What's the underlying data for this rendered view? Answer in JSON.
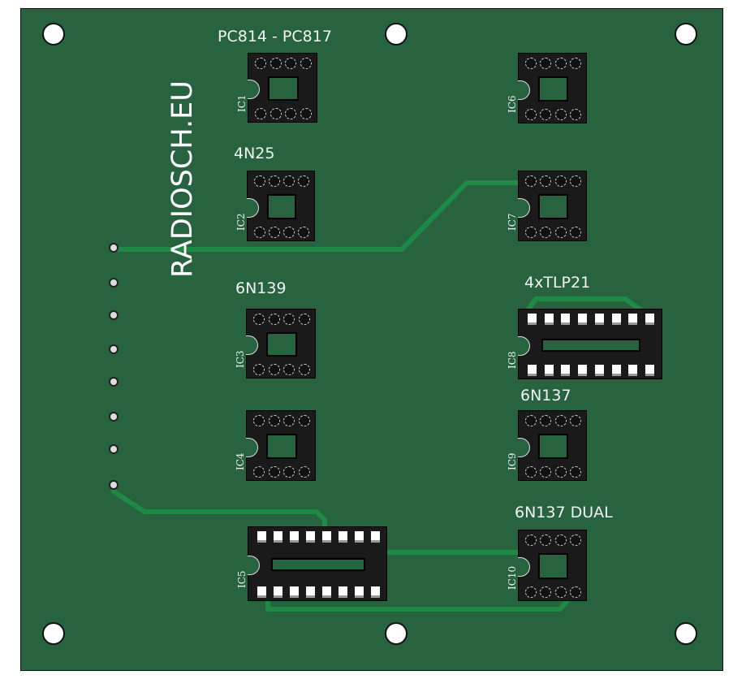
{
  "board": {
    "color": "#27633f",
    "trace_color": "#1f8a45",
    "brand": "RADIOSCH.EU"
  },
  "labels": {
    "ic1": "PC814 - PC817",
    "ic2": "4N25",
    "ic3": "6N139",
    "ic8": "4xTLP21",
    "ic9": "6N137",
    "ic10": "6N137 DUAL"
  },
  "sockets": [
    {
      "ref": "IC1",
      "pins": 8
    },
    {
      "ref": "IC2",
      "pins": 8
    },
    {
      "ref": "IC3",
      "pins": 8
    },
    {
      "ref": "IC4",
      "pins": 8
    },
    {
      "ref": "IC5",
      "pins": 16
    },
    {
      "ref": "IC6",
      "pins": 8
    },
    {
      "ref": "IC7",
      "pins": 8
    },
    {
      "ref": "IC8",
      "pins": 16
    },
    {
      "ref": "IC9",
      "pins": 8
    },
    {
      "ref": "IC10",
      "pins": 8
    }
  ],
  "header_pins": 8
}
